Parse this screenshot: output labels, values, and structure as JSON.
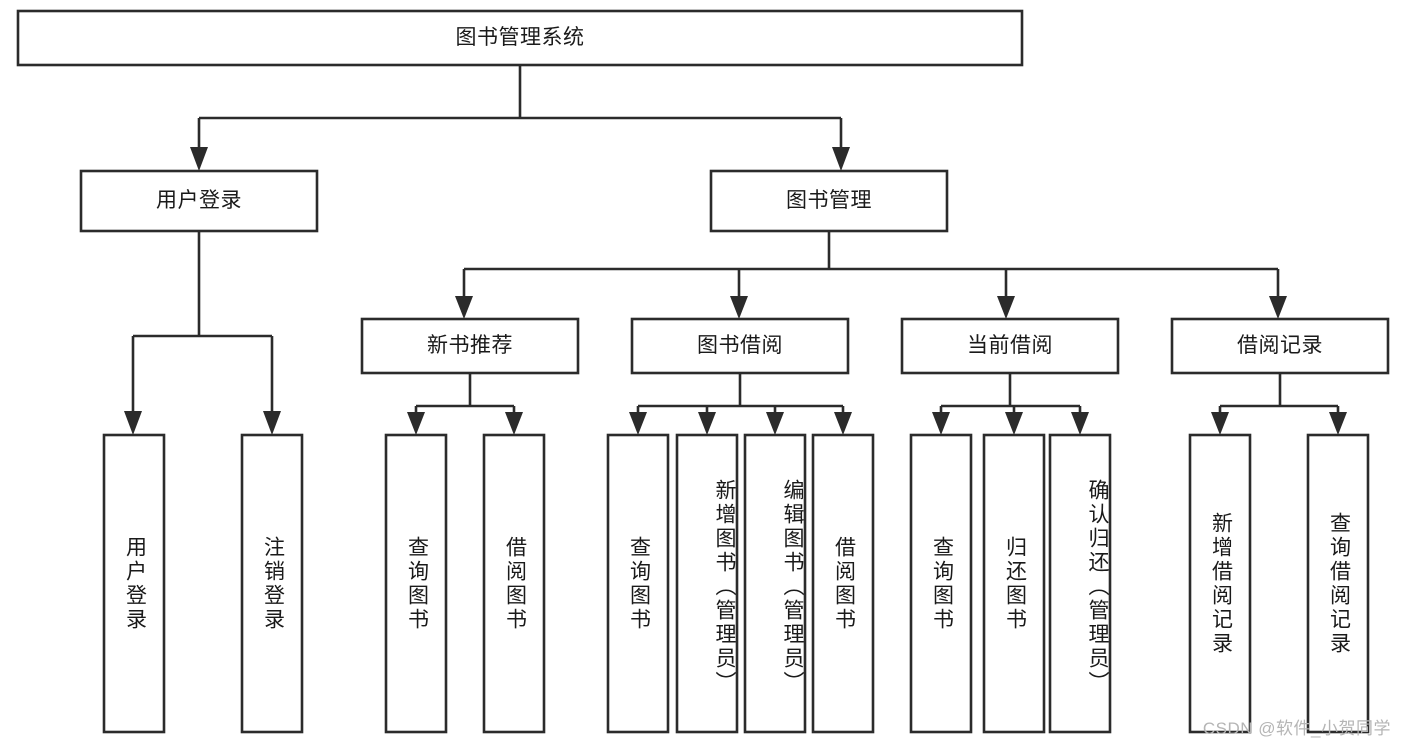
{
  "diagram": {
    "type": "tree-hierarchy",
    "title": "图书管理系统",
    "watermark": "CSDN @软件_小贺同学",
    "colors": {
      "stroke": "#2b2b2b",
      "box_fill": "#ffffff",
      "background": "#ffffff",
      "text": "#1a1a1a",
      "watermark": "#b5b5b5"
    },
    "levels": {
      "root": "图书管理系统",
      "level2": [
        "用户登录",
        "图书管理"
      ],
      "level3": [
        "新书推荐",
        "图书借阅",
        "当前借阅",
        "借阅记录"
      ]
    },
    "nodes": {
      "root": {
        "label": "图书管理系统",
        "orientation": "horizontal"
      },
      "user_login": {
        "label": "用户登录",
        "orientation": "horizontal"
      },
      "book_manage": {
        "label": "图书管理",
        "orientation": "horizontal"
      },
      "new_book_rec": {
        "label": "新书推荐",
        "orientation": "horizontal"
      },
      "book_borrow": {
        "label": "图书借阅",
        "orientation": "horizontal"
      },
      "current_borrow": {
        "label": "当前借阅",
        "orientation": "horizontal"
      },
      "borrow_record": {
        "label": "借阅记录",
        "orientation": "horizontal"
      },
      "leaf_user_login": {
        "label": "用户登录",
        "orientation": "vertical"
      },
      "leaf_logout": {
        "label": "注销登录",
        "orientation": "vertical"
      },
      "leaf_query_book_1": {
        "label": "查询图书",
        "orientation": "vertical"
      },
      "leaf_borrow_book_1": {
        "label": "借阅图书",
        "orientation": "vertical"
      },
      "leaf_query_book_2": {
        "label": "查询图书",
        "orientation": "vertical"
      },
      "leaf_add_book": {
        "label": "新增图书（管理员）",
        "orientation": "vertical"
      },
      "leaf_edit_book": {
        "label": "编辑图书（管理员）",
        "orientation": "vertical"
      },
      "leaf_borrow_book_2": {
        "label": "借阅图书",
        "orientation": "vertical"
      },
      "leaf_query_book_3": {
        "label": "查询图书",
        "orientation": "vertical"
      },
      "leaf_return_book": {
        "label": "归还图书",
        "orientation": "vertical"
      },
      "leaf_confirm_return": {
        "label": "确认归还（管理员）",
        "orientation": "vertical"
      },
      "leaf_add_record": {
        "label": "新增借阅记录",
        "orientation": "vertical"
      },
      "leaf_query_record": {
        "label": "查询借阅记录",
        "orientation": "vertical"
      }
    },
    "groups": {
      "user_login_children": [
        "用户登录",
        "注销登录"
      ],
      "new_book_rec_children": [
        "查询图书",
        "借阅图书"
      ],
      "book_borrow_children": [
        "查询图书",
        "新增图书（管理员）",
        "编辑图书（管理员）",
        "借阅图书"
      ],
      "current_borrow_children": [
        "查询图书",
        "归还图书",
        "确认归还（管理员）"
      ],
      "borrow_record_children": [
        "新增借阅记录",
        "查询借阅记录"
      ]
    }
  }
}
